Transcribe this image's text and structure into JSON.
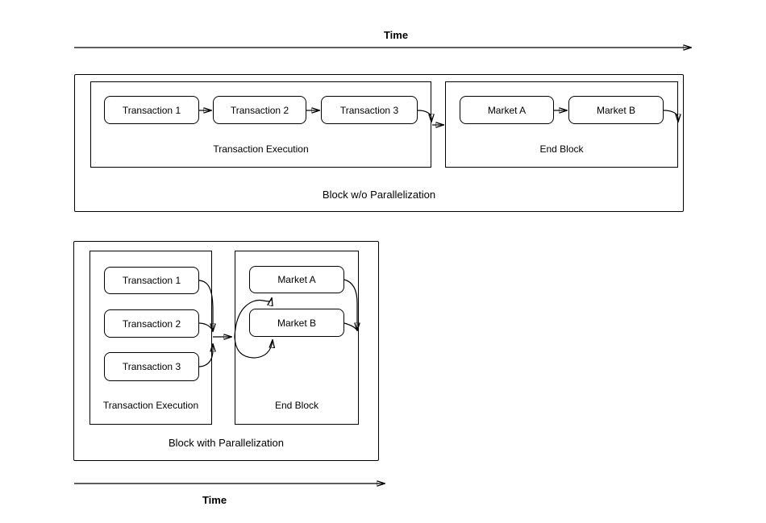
{
  "timeline": {
    "top_label": "Time",
    "bottom_label": "Time"
  },
  "diagram_sequential": {
    "title": "Block w/o Parallelization",
    "exec_group": {
      "title": "Transaction Execution",
      "nodes": [
        "Transaction 1",
        "Transaction 2",
        "Transaction 3"
      ]
    },
    "end_group": {
      "title": "End Block",
      "nodes": [
        "Market A",
        "Market B"
      ]
    }
  },
  "diagram_parallel": {
    "title": "Block with Parallelization",
    "exec_group": {
      "title": "Transaction Execution",
      "nodes": [
        "Transaction 1",
        "Transaction 2",
        "Transaction 3"
      ]
    },
    "end_group": {
      "title": "End Block",
      "nodes": [
        "Market A",
        "Market B"
      ]
    }
  },
  "colors": {
    "stroke": "#000000",
    "background": "#ffffff",
    "text": "#000000"
  }
}
